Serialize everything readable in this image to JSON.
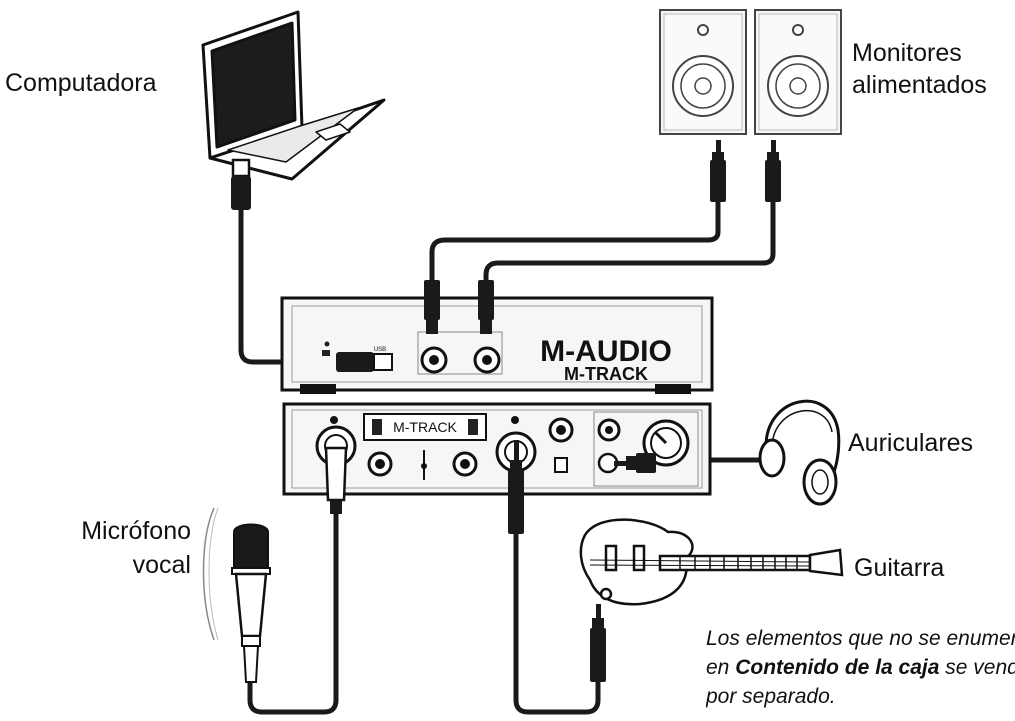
{
  "labels": {
    "computer": "Computadora",
    "monitors_line1": "Monitores",
    "monitors_line2": "alimentados",
    "headphones": "Auriculares",
    "mic_line1": "Micrófono",
    "mic_line2": "vocal",
    "guitar": "Guitarra"
  },
  "device": {
    "brand": "M-AUDIO",
    "model_rear": "M-TRACK",
    "model_front": "M-TRACK",
    "usb_label": "USB"
  },
  "note": {
    "line1": "Los elementos que no se enumeran",
    "line2_pre": "en ",
    "line2_bold": "Contenido de la caja",
    "line2_post": " se venden",
    "line3": "por separado."
  },
  "colors": {
    "ink": "#111111",
    "panel": "#f2f2f2",
    "cable": "#1a1a1a"
  }
}
